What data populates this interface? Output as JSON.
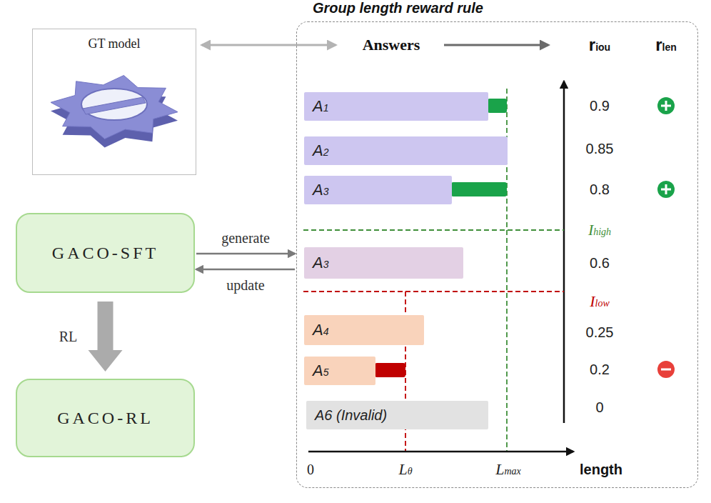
{
  "diagram": {
    "nodes": [
      {
        "text": [
          "GT model"
        ]
      },
      {
        "text": [
          "Group length reward rule"
        ]
      },
      {
        "text": [
          "A1"
        ],
        "in": 1
      },
      {
        "text": [
          "A2"
        ],
        "in": 1
      },
      {
        "text": [
          "A3"
        ],
        "in": 1
      },
      {
        "text": [
          "A3"
        ],
        "in": 1
      },
      {
        "text": [
          "A4"
        ],
        "in": 1
      },
      {
        "text": [
          "A5"
        ],
        "in": 1
      },
      {
        "text": [
          "A6 (Invalid)"
        ],
        "in": 1
      },
      {
        "text": [
          "GACO-SFT"
        ]
      },
      {
        "text": [
          "GACO-RL"
        ]
      }
    ],
    "edges": [
      {
        "from": 9,
        "to": 1,
        "label": "generate",
        "arrow": "to"
      },
      {
        "from": 1,
        "to": 9,
        "label": "update",
        "arrow": "to"
      },
      {
        "from": 9,
        "to": 10,
        "label": "RL",
        "arrow": "to"
      }
    ],
    "labels": [
      "Answers",
      "riou",
      "rlen",
      "0.9",
      "0.85",
      "0.8",
      "Ihigh",
      "0.6",
      "Ilow",
      "0.25",
      "0.2",
      "0",
      "0",
      "Lθ",
      "Lmax",
      "length"
    ]
  }
}
